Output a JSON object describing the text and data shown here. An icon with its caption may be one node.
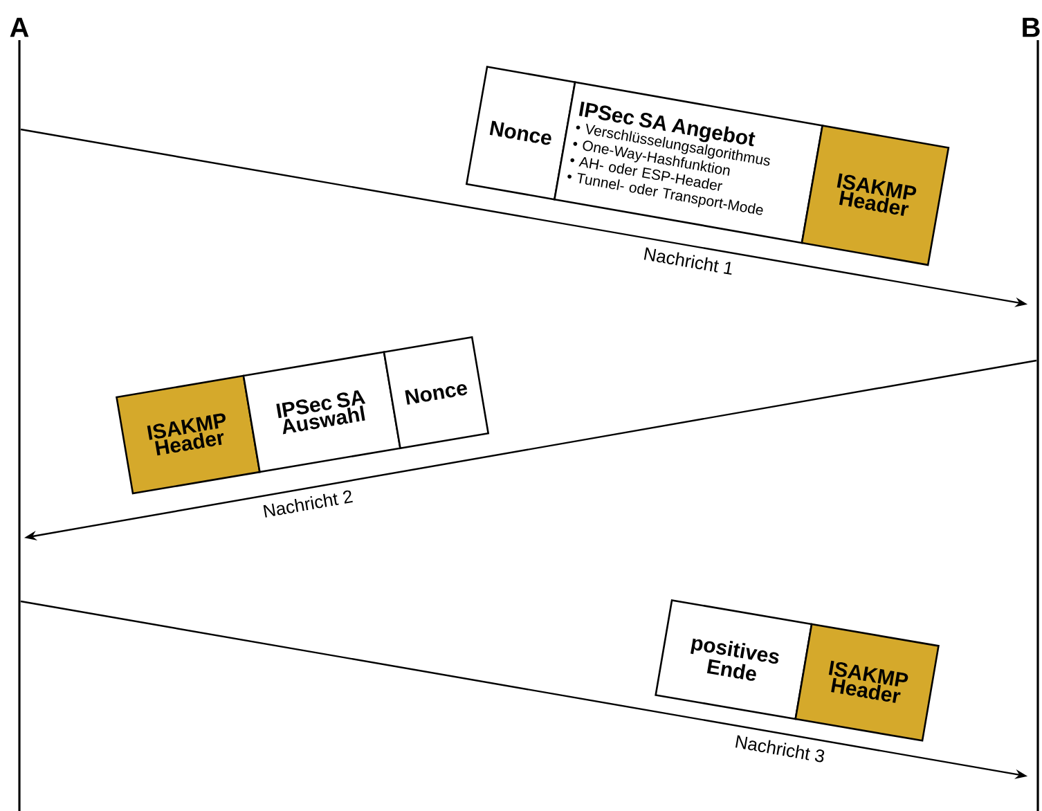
{
  "diagram": {
    "nodes": [
      {
        "text": [
          "A"
        ]
      },
      {
        "text": [
          "B"
        ]
      },
      {
        "text": [
          "Nonce"
        ]
      },
      {
        "text": [
          "IPSec SA Angebot",
          "• Verschlüsselungsalgorithmus",
          "• One-Way-Hashfunktion",
          "• AH- oder ESP-Header",
          "• Tunnel- oder Transport-Mode"
        ]
      },
      {
        "text": [
          "ISAKMP Header"
        ]
      },
      {
        "text": [
          "ISAKMP Header"
        ]
      },
      {
        "text": [
          "IPSec SA Auswahl"
        ]
      },
      {
        "text": [
          "Nonce"
        ]
      },
      {
        "text": [
          "positives Ende"
        ]
      },
      {
        "text": [
          "ISAKMP Header"
        ]
      }
    ],
    "edges": [
      {
        "from": 0,
        "to": 1,
        "arrow": "to",
        "label": "Nachricht 1"
      },
      {
        "from": 1,
        "to": 0,
        "arrow": "to",
        "label": "Nachricht 2"
      },
      {
        "from": 0,
        "to": 1,
        "arrow": "to",
        "label": "Nachricht 3"
      }
    ]
  }
}
